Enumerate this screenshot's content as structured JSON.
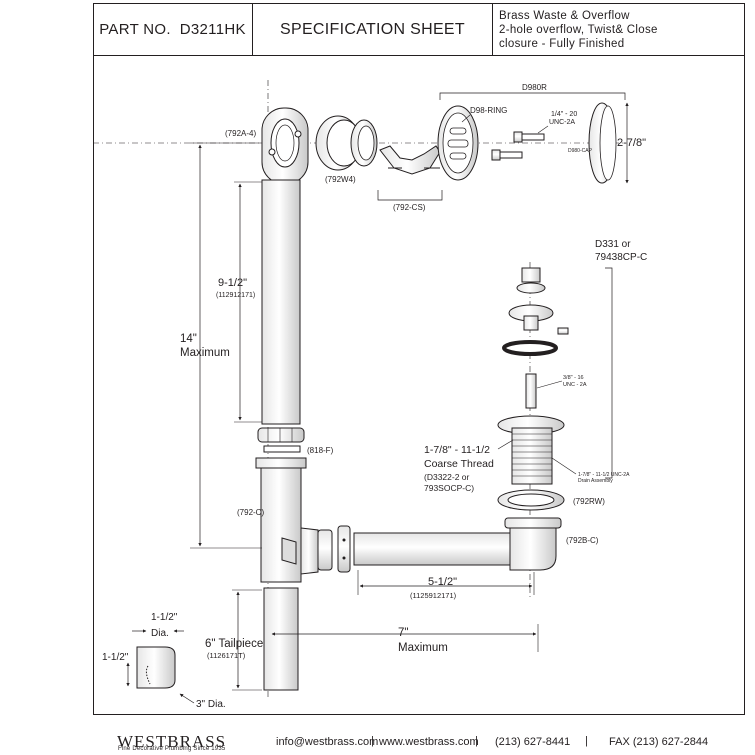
{
  "header": {
    "part_no_label": "PART NO.",
    "part_no": "D3211HK",
    "sheet_title": "SPECIFICATION SHEET",
    "description_lines": [
      "Brass Waste & Overflow",
      "2-hole overflow, Twist& Close",
      "closure - Fully Finished"
    ]
  },
  "labels": {
    "d980r": "D980R",
    "d98_ring": "D98-RING",
    "screw_spec_1": "1/4\" - 20",
    "screw_spec_2": "UNC-2A",
    "cap_height": "2-7/8\"",
    "cap_part": "D980-CAP",
    "elbow": "(792A-4)",
    "washer": "(792W4)",
    "cs": "(792-CS)",
    "dim_14_a": "14\"",
    "dim_14_b": "Maximum",
    "dim_912": "9-1/2\"",
    "dim_912_part": "(112912171)",
    "d331_a": "D331 or",
    "d331_b": "79438CP-C",
    "stem_spec_1": "3/8\" - 16",
    "stem_spec_2": "UNC - 2A",
    "f818": "(818-F)",
    "thread_a": "1-7/8\" - 11-1/2",
    "thread_b": "Coarse Thread",
    "thread_c": "(D3322-2 or",
    "thread_d": "793SOCP-C)",
    "drain_spec_1": "1-7/8\" - 11-1/2 UNC-2A",
    "drain_spec_2": "Drain Assembly",
    "tee": "(792-C)",
    "rw": "(792RW)",
    "shoe": "(792B-C)",
    "dim_512": "5-1/2\"",
    "dim_512_part": "(1125912171)",
    "tail_a": "6\" Tailpiece",
    "tail_b": "(1126171T)",
    "dim_7_a": "7\"",
    "dim_7_b": "Maximum",
    "dia_112_top": "1-1/2\"",
    "dia_label": "Dia.",
    "dia_112_side": "1-1/2\"",
    "dia_3": "3\" Dia."
  },
  "footer": {
    "logo": "WESTBRASS",
    "tagline": "Fine Decorative Plumbing Since 1935",
    "email": "info@westbrass.com",
    "website": "www.westbrass.com",
    "phone": "(213) 627-8441",
    "fax": "FAX (213) 627-2844"
  }
}
